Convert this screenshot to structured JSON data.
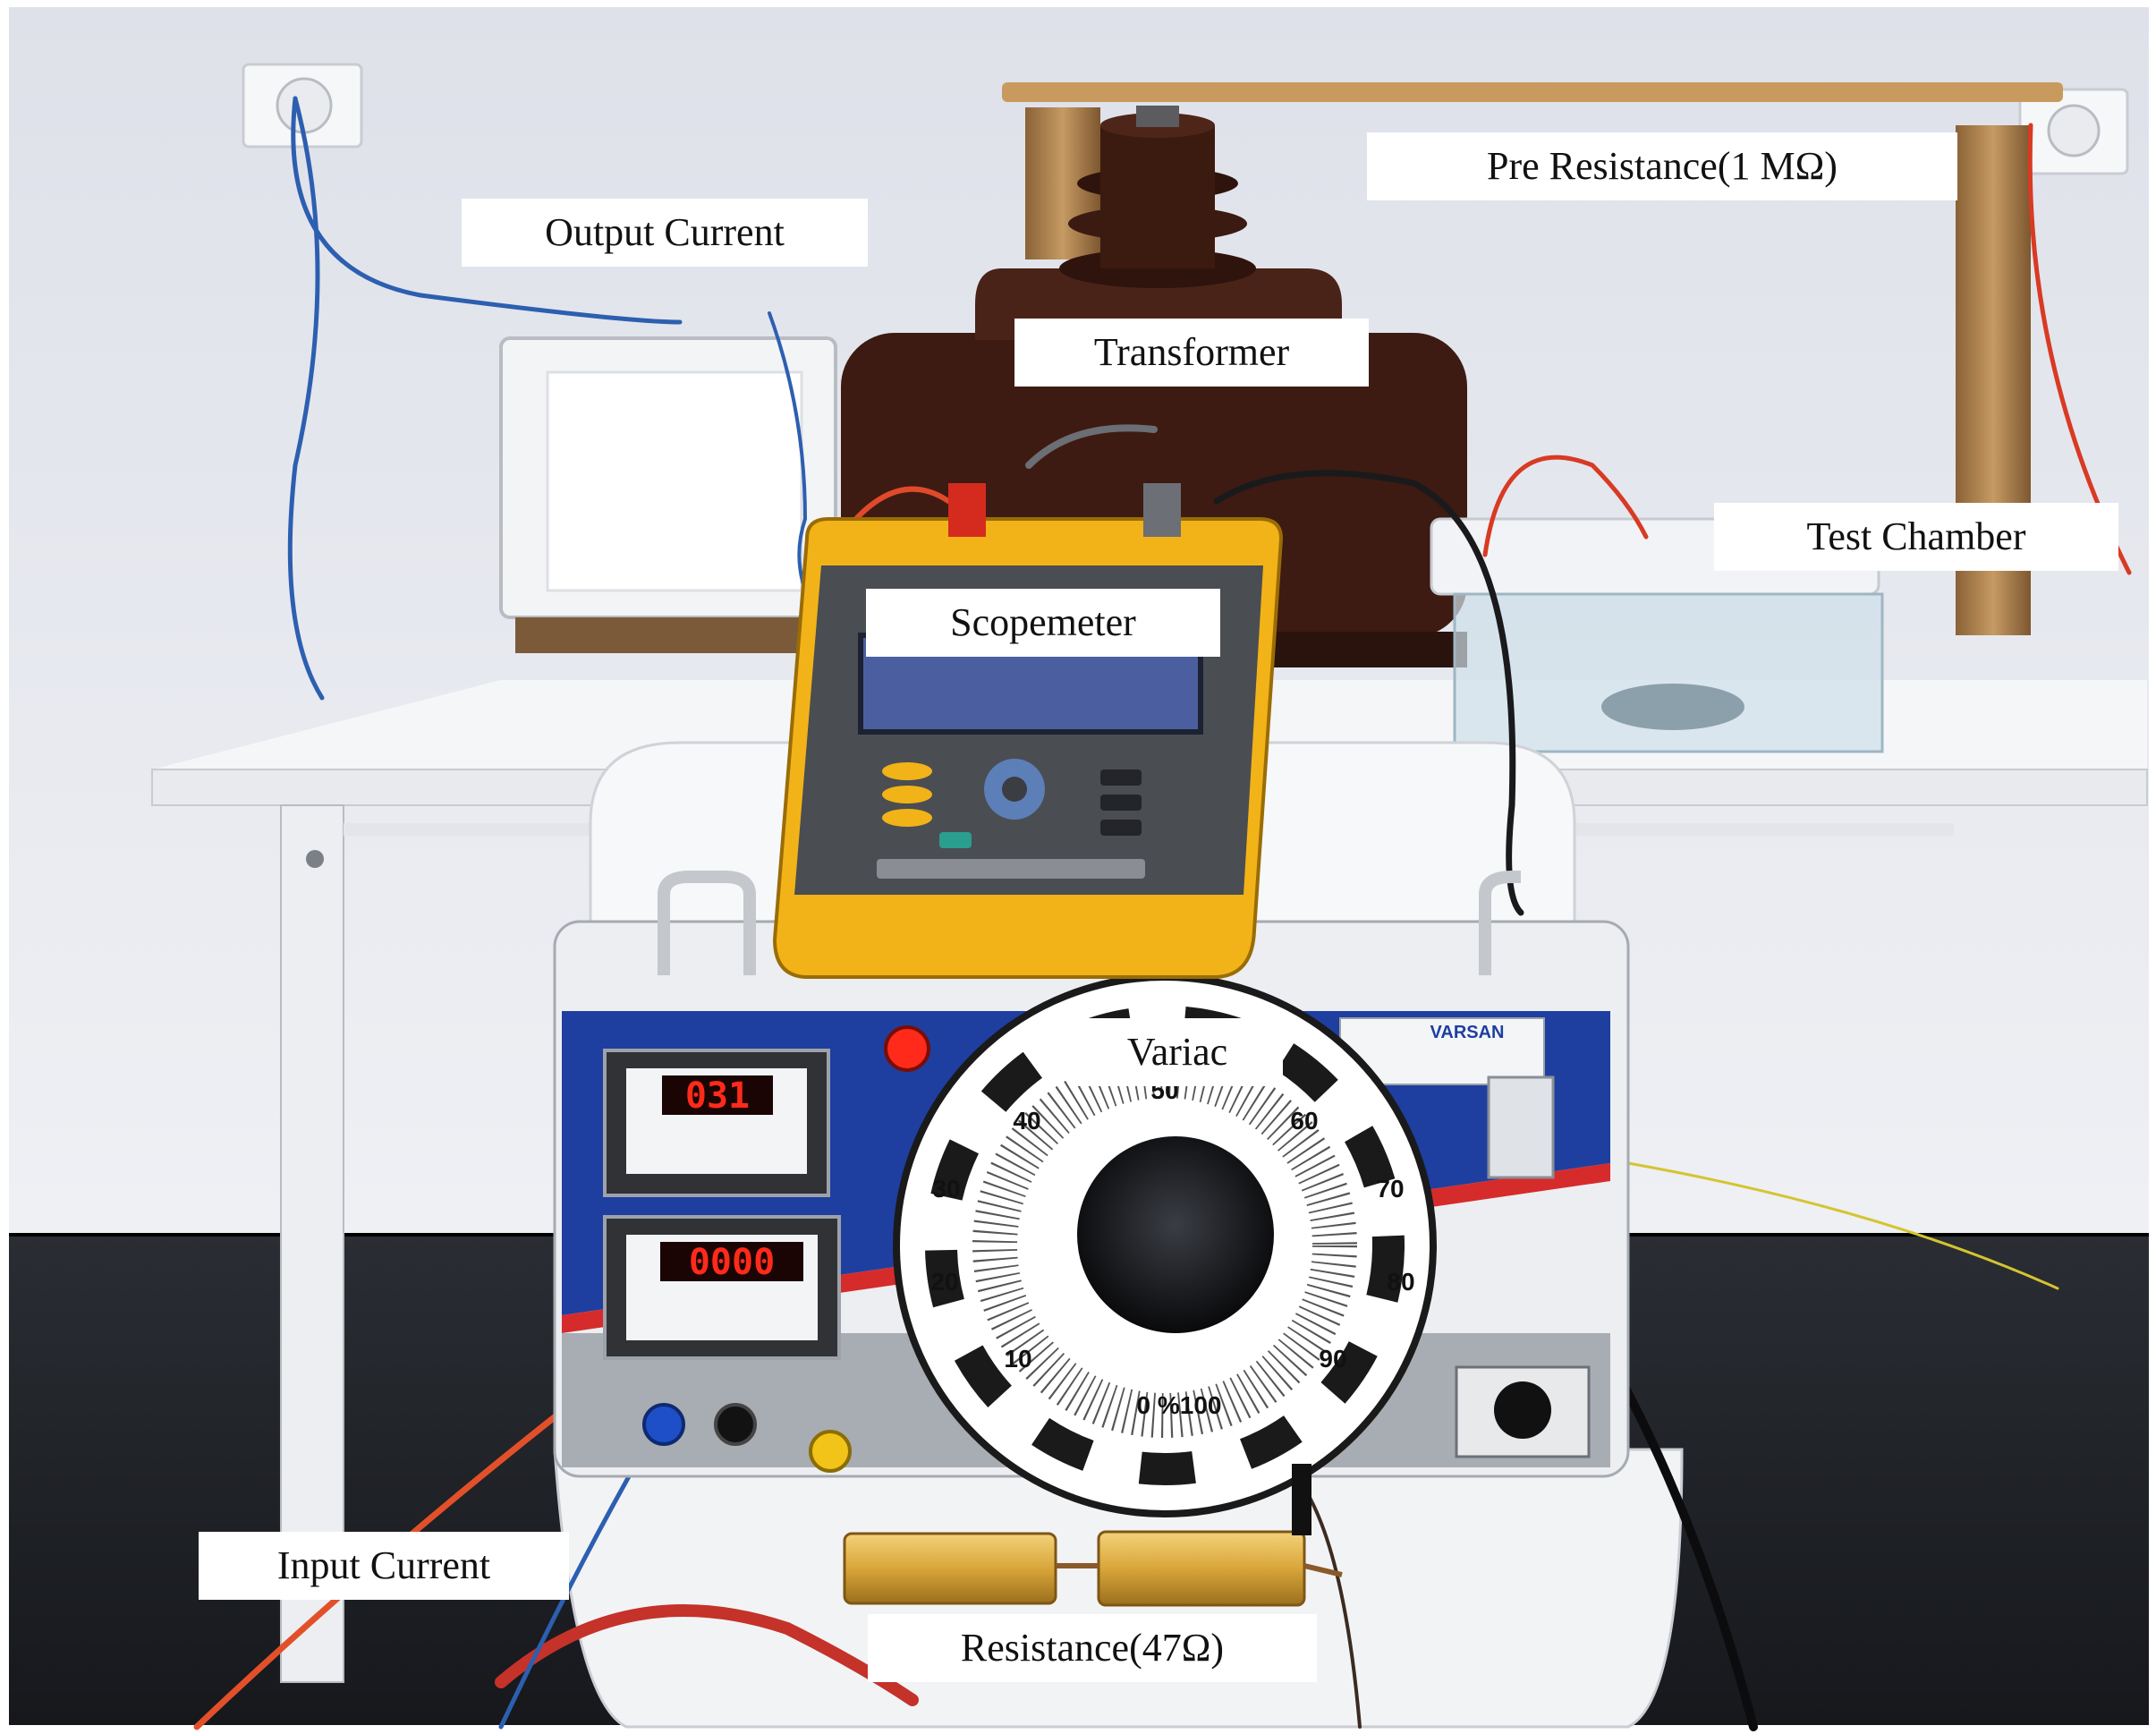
{
  "labels": {
    "pre_resistance": "Pre Resistance(1 MΩ)",
    "output_current": "Output Current",
    "transformer": "Transformer",
    "test_chamber": "Test Chamber",
    "scopemeter": "Scopemeter",
    "variac": "Variac",
    "input_current": "Input Current",
    "resistance": "Resistance(47Ω)"
  },
  "devices": {
    "voltmeter_reading": "031",
    "ammeter_reading": "0000",
    "brand": "VARSAN",
    "dial_scale": [
      "10",
      "20",
      "30",
      "40",
      "50",
      "60",
      "70",
      "80",
      "90"
    ],
    "dial_bottom": "0 %100"
  },
  "colors": {
    "wall": "#e8e9ef",
    "floor": "#1f2228",
    "variac_blue": "#1e3fa0",
    "transformer_brown": "#3d1b12",
    "scopemeter_yellow": "#f2b318",
    "resistor_gold": "#d9a63a",
    "led_red": "#ff2a1a"
  }
}
